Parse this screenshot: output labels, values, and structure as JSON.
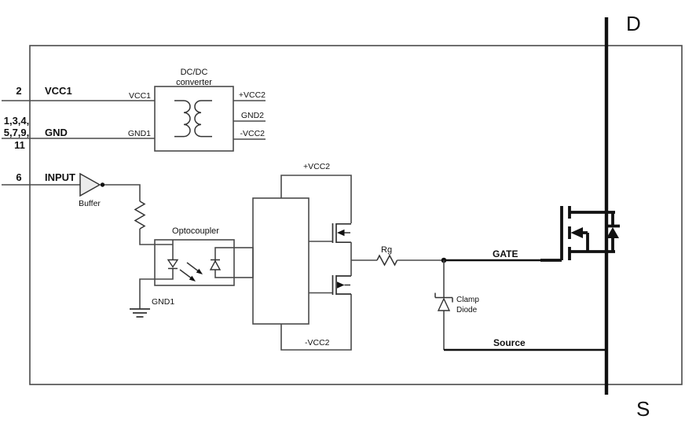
{
  "diagram": {
    "left_pins": {
      "vcc1": {
        "pin": "2",
        "name": "VCC1"
      },
      "gnd": {
        "pin_lines": [
          "1,3,4,",
          "5,7,9,",
          "11"
        ],
        "name": "GND"
      },
      "input": {
        "pin": "6",
        "name": "INPUT"
      }
    },
    "dcdc_converter": {
      "title_line1": "DC/DC",
      "title_line2": "converter",
      "left_terminals": [
        "VCC1",
        "GND1"
      ],
      "right_terminals": [
        "+VCC2",
        "GND2",
        "-VCC2"
      ]
    },
    "buffer": {
      "label": "Buffer"
    },
    "optocoupler": {
      "label": "Optocoupler",
      "ground_label": "GND1"
    },
    "driver_stage": {
      "pos_rail": "+VCC2",
      "neg_rail": "-VCC2"
    },
    "gate_resistor": {
      "label": "Rg"
    },
    "output": {
      "gate_label": "GATE",
      "source_label": "Source",
      "clamp_diode_line1": "Clamp",
      "clamp_diode_line2": "Diode"
    },
    "power_mosfet": {
      "drain_terminal": "D",
      "source_terminal": "S"
    },
    "colors": {
      "background": "#ffffff",
      "wire": "#4a4a4a",
      "symbol": "#333333",
      "bold_line": "#111111",
      "text": "#111111",
      "buffer_fill": "#ececec"
    }
  }
}
